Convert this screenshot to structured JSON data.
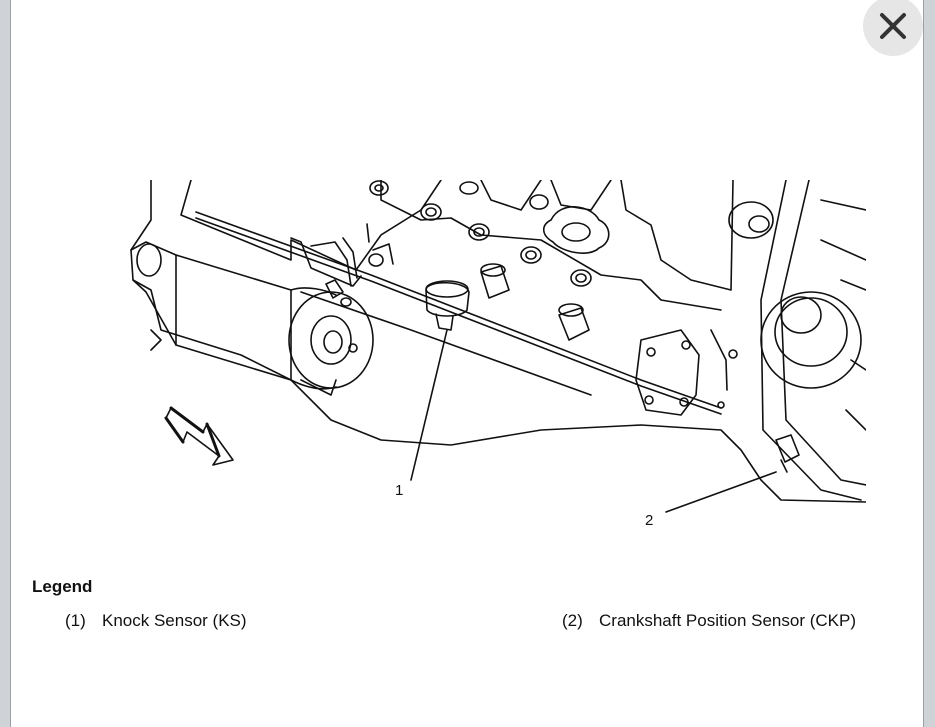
{
  "close_button": {
    "icon": "close-icon"
  },
  "diagram": {
    "callouts": [
      {
        "label": "1",
        "target": "knock-sensor"
      },
      {
        "label": "2",
        "target": "crankshaft-position-sensor"
      }
    ],
    "direction_arrow": {
      "icon": "front-direction-arrow-icon"
    }
  },
  "legend": {
    "title": "Legend",
    "items": [
      {
        "number": "(1)",
        "label": "Knock Sensor (KS)"
      },
      {
        "number": "(2)",
        "label": "Crankshaft Position Sensor (CKP)"
      }
    ]
  }
}
